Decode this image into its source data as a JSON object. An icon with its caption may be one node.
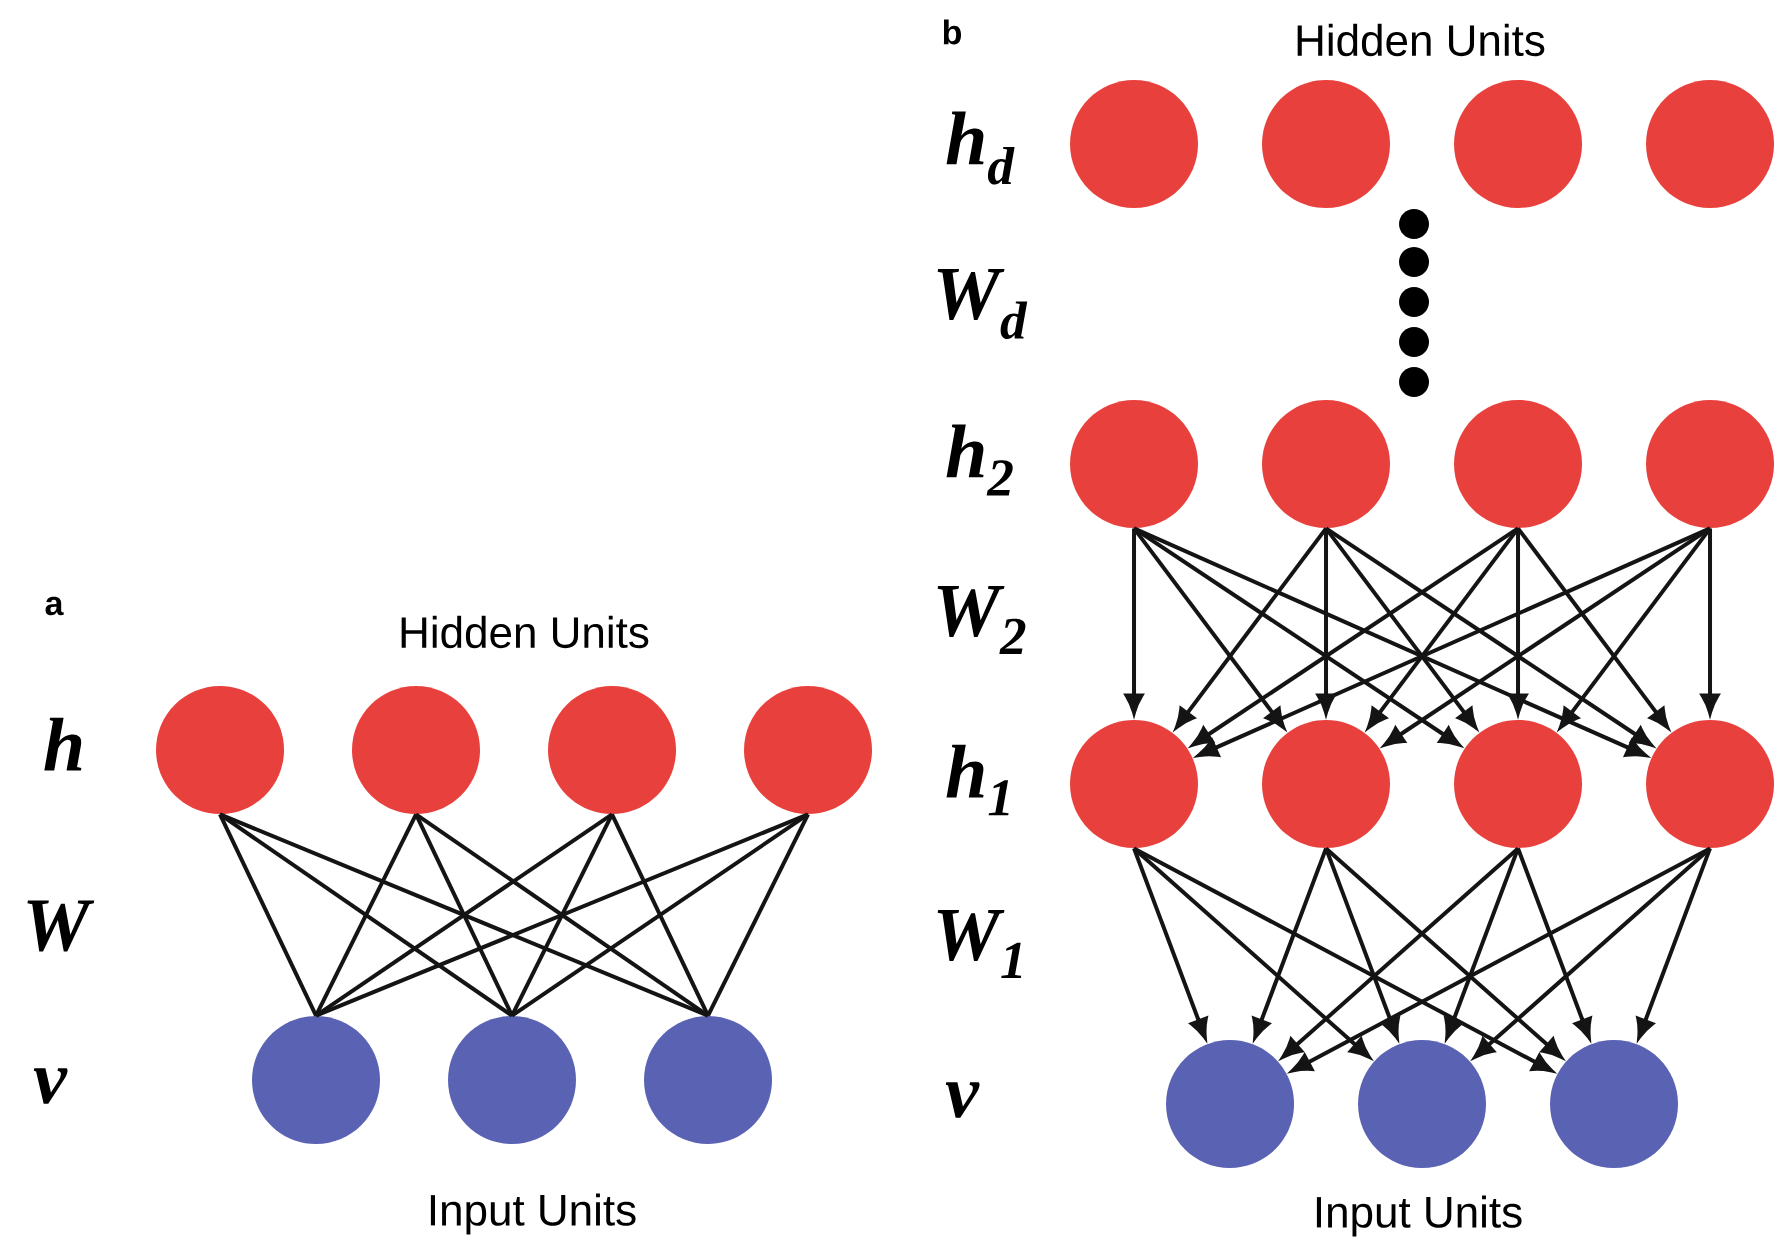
{
  "diagram": {
    "nodes": [
      {
        "text": [],
        "shape": "circle"
      },
      {
        "text": [],
        "shape": "circle"
      },
      {
        "text": [],
        "shape": "circle"
      },
      {
        "text": [],
        "shape": "circle"
      },
      {
        "text": [],
        "shape": "circle"
      },
      {
        "text": [],
        "shape": "circle"
      },
      {
        "text": [],
        "shape": "circle"
      },
      {
        "text": [],
        "shape": "circle"
      },
      {
        "text": [],
        "shape": "circle"
      },
      {
        "text": [],
        "shape": "circle"
      },
      {
        "text": [],
        "shape": "circle"
      },
      {
        "text": [],
        "shape": "circle"
      },
      {
        "text": [],
        "shape": "circle"
      },
      {
        "text": [],
        "shape": "circle"
      },
      {
        "text": [],
        "shape": "circle"
      },
      {
        "text": [],
        "shape": "circle"
      },
      {
        "text": [],
        "shape": "circle"
      },
      {
        "text": [],
        "shape": "circle"
      },
      {
        "text": [],
        "shape": "circle"
      },
      {
        "text": [],
        "shape": "circle"
      },
      {
        "text": [],
        "shape": "circle"
      },
      {
        "text": [],
        "shape": "circle"
      }
    ],
    "edges": [
      {
        "from": 0,
        "to": 4,
        "arrow": "none"
      },
      {
        "from": 0,
        "to": 5,
        "arrow": "none"
      },
      {
        "from": 0,
        "to": 6,
        "arrow": "none"
      },
      {
        "from": 1,
        "to": 4,
        "arrow": "none"
      },
      {
        "from": 1,
        "to": 5,
        "arrow": "none"
      },
      {
        "from": 1,
        "to": 6,
        "arrow": "none"
      },
      {
        "from": 2,
        "to": 4,
        "arrow": "none"
      },
      {
        "from": 2,
        "to": 5,
        "arrow": "none"
      },
      {
        "from": 2,
        "to": 6,
        "arrow": "none"
      },
      {
        "from": 3,
        "to": 4,
        "arrow": "none"
      },
      {
        "from": 3,
        "to": 5,
        "arrow": "none"
      },
      {
        "from": 3,
        "to": 6,
        "arrow": "none"
      },
      {
        "from": 11,
        "to": 15,
        "arrow": "to"
      },
      {
        "from": 11,
        "to": 16,
        "arrow": "to"
      },
      {
        "from": 11,
        "to": 17,
        "arrow": "to"
      },
      {
        "from": 11,
        "to": 18,
        "arrow": "to"
      },
      {
        "from": 12,
        "to": 15,
        "arrow": "to"
      },
      {
        "from": 12,
        "to": 16,
        "arrow": "to"
      },
      {
        "from": 12,
        "to": 17,
        "arrow": "to"
      },
      {
        "from": 12,
        "to": 18,
        "arrow": "to"
      },
      {
        "from": 13,
        "to": 15,
        "arrow": "to"
      },
      {
        "from": 13,
        "to": 16,
        "arrow": "to"
      },
      {
        "from": 13,
        "to": 17,
        "arrow": "to"
      },
      {
        "from": 13,
        "to": 18,
        "arrow": "to"
      },
      {
        "from": 14,
        "to": 15,
        "arrow": "to"
      },
      {
        "from": 14,
        "to": 16,
        "arrow": "to"
      },
      {
        "from": 14,
        "to": 17,
        "arrow": "to"
      },
      {
        "from": 14,
        "to": 18,
        "arrow": "to"
      },
      {
        "from": 15,
        "to": 19,
        "arrow": "to"
      },
      {
        "from": 15,
        "to": 20,
        "arrow": "to"
      },
      {
        "from": 15,
        "to": 21,
        "arrow": "to"
      },
      {
        "from": 16,
        "to": 19,
        "arrow": "to"
      },
      {
        "from": 16,
        "to": 20,
        "arrow": "to"
      },
      {
        "from": 16,
        "to": 21,
        "arrow": "to"
      },
      {
        "from": 17,
        "to": 19,
        "arrow": "to"
      },
      {
        "from": 17,
        "to": 20,
        "arrow": "to"
      },
      {
        "from": 17,
        "to": 21,
        "arrow": "to"
      },
      {
        "from": 18,
        "to": 19,
        "arrow": "to"
      },
      {
        "from": 18,
        "to": 20,
        "arrow": "to"
      },
      {
        "from": 18,
        "to": 21,
        "arrow": "to"
      }
    ],
    "labels": [
      "a",
      "Hidden Units",
      "h",
      "W",
      "v",
      "Input Units",
      "b",
      "Hidden Units",
      "h$_{d}$",
      "W$_{d}$",
      "h$_{2}$",
      "W$_{2}$",
      "h$_{1}$",
      "W$_{1}$",
      "v",
      "Input Units"
    ]
  }
}
